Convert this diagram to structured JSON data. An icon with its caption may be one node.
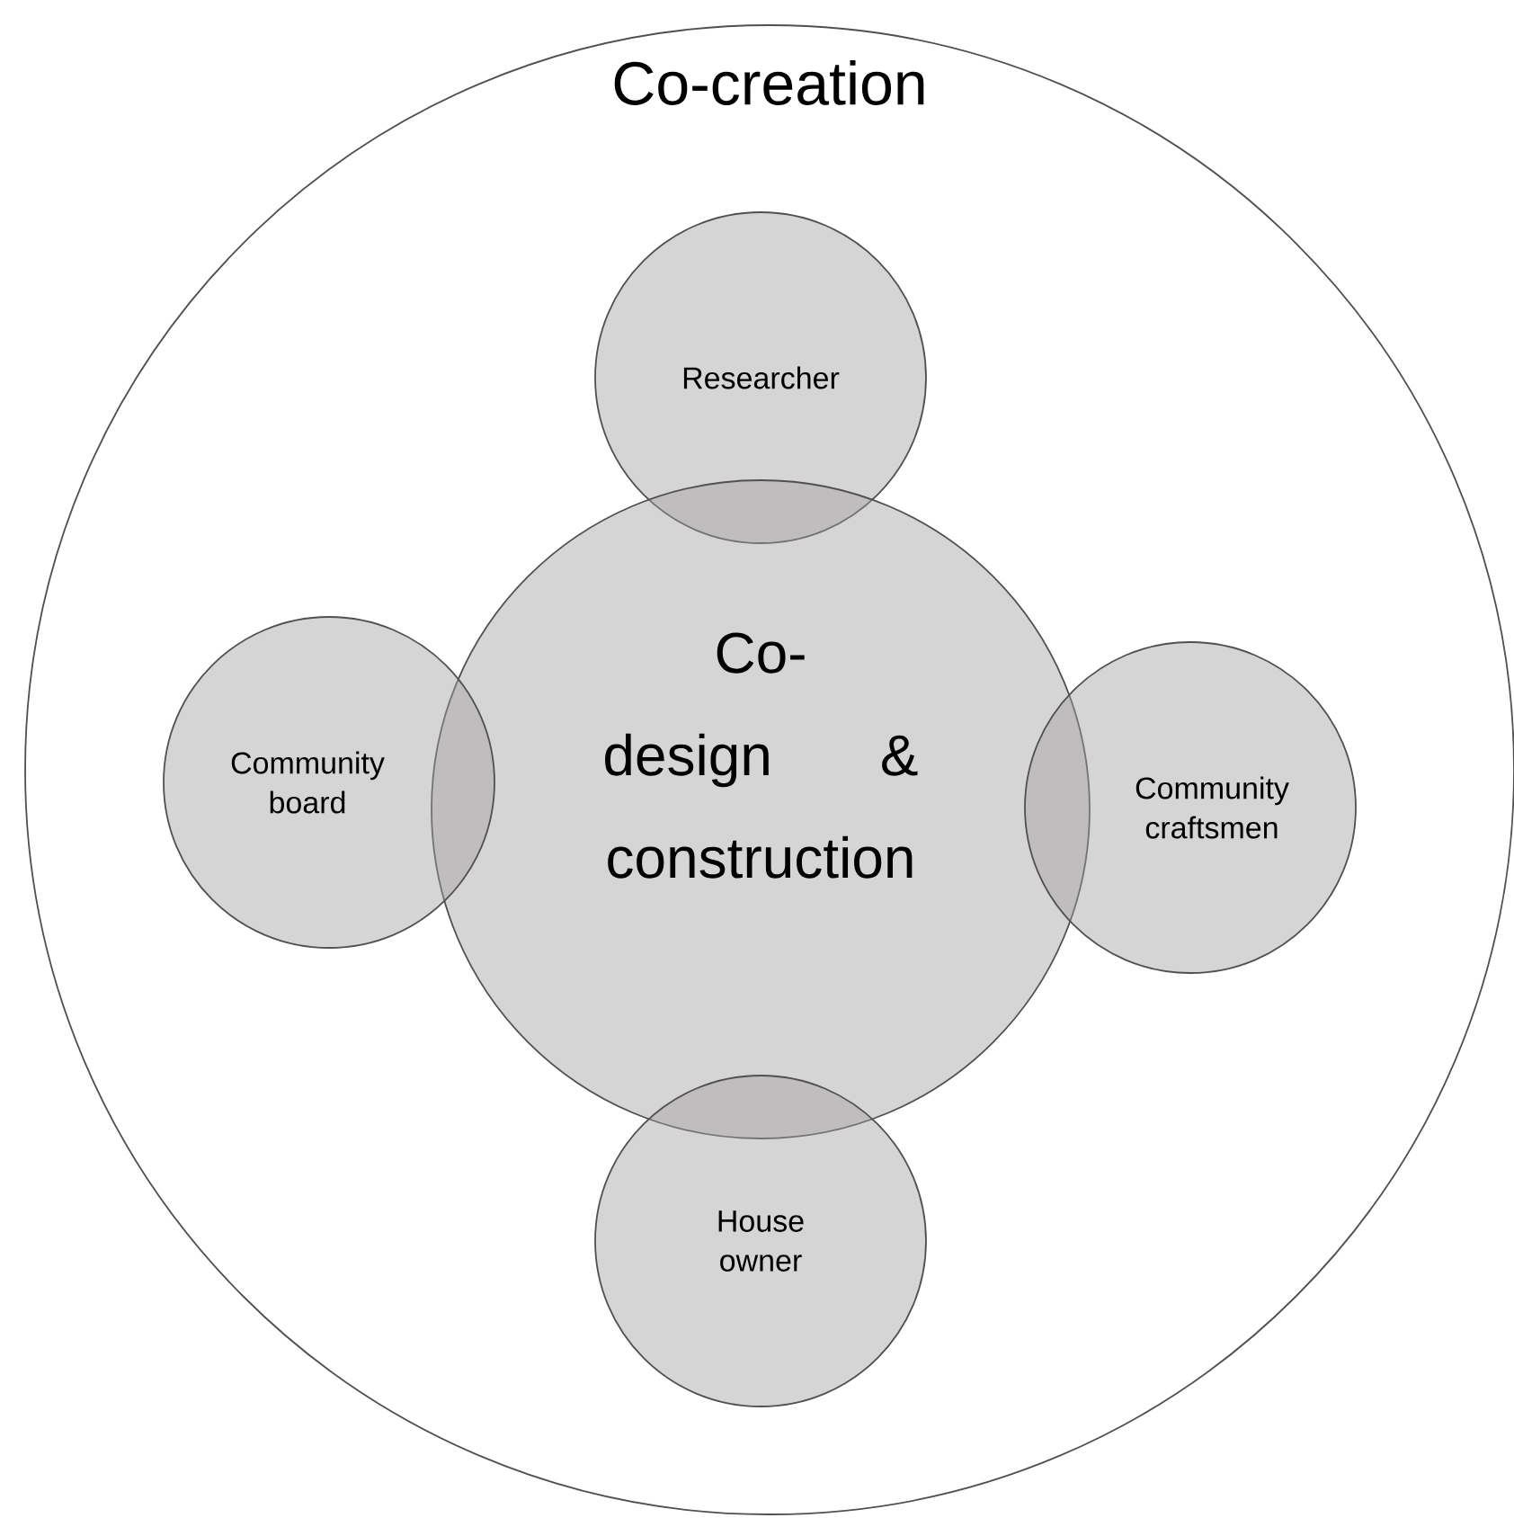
{
  "diagram": {
    "nodes": [
      {
        "text": [
          "Co-creation"
        ]
      },
      {
        "text": [
          "Researcher"
        ],
        "in": 0
      },
      {
        "text": [
          "Co-design & construction"
        ],
        "in": 0
      },
      {
        "text": [
          "Community board"
        ],
        "in": 0
      },
      {
        "text": [
          "Community craftsmen"
        ],
        "in": 0
      },
      {
        "text": [
          "House owner"
        ],
        "in": 0
      }
    ]
  }
}
